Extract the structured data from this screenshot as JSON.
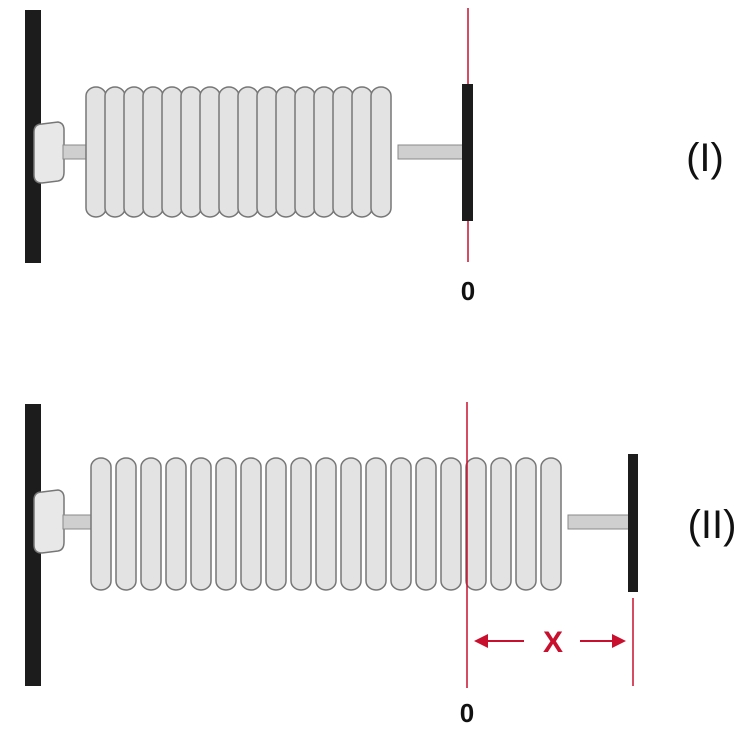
{
  "diagram": {
    "panel_1": {
      "label": "(I)",
      "zero_label": "0",
      "coil_turns": 16
    },
    "panel_2": {
      "label": "(II)",
      "zero_label": "0",
      "coil_turns": 19,
      "displacement_label": "X"
    },
    "colors": {
      "wall": "#1c1c1c",
      "coil_fill": "#e3e3e3",
      "coil_stroke": "#777777",
      "rod": "#cfcfcf",
      "reference_line": "#c8102e",
      "text": "#111111"
    }
  }
}
